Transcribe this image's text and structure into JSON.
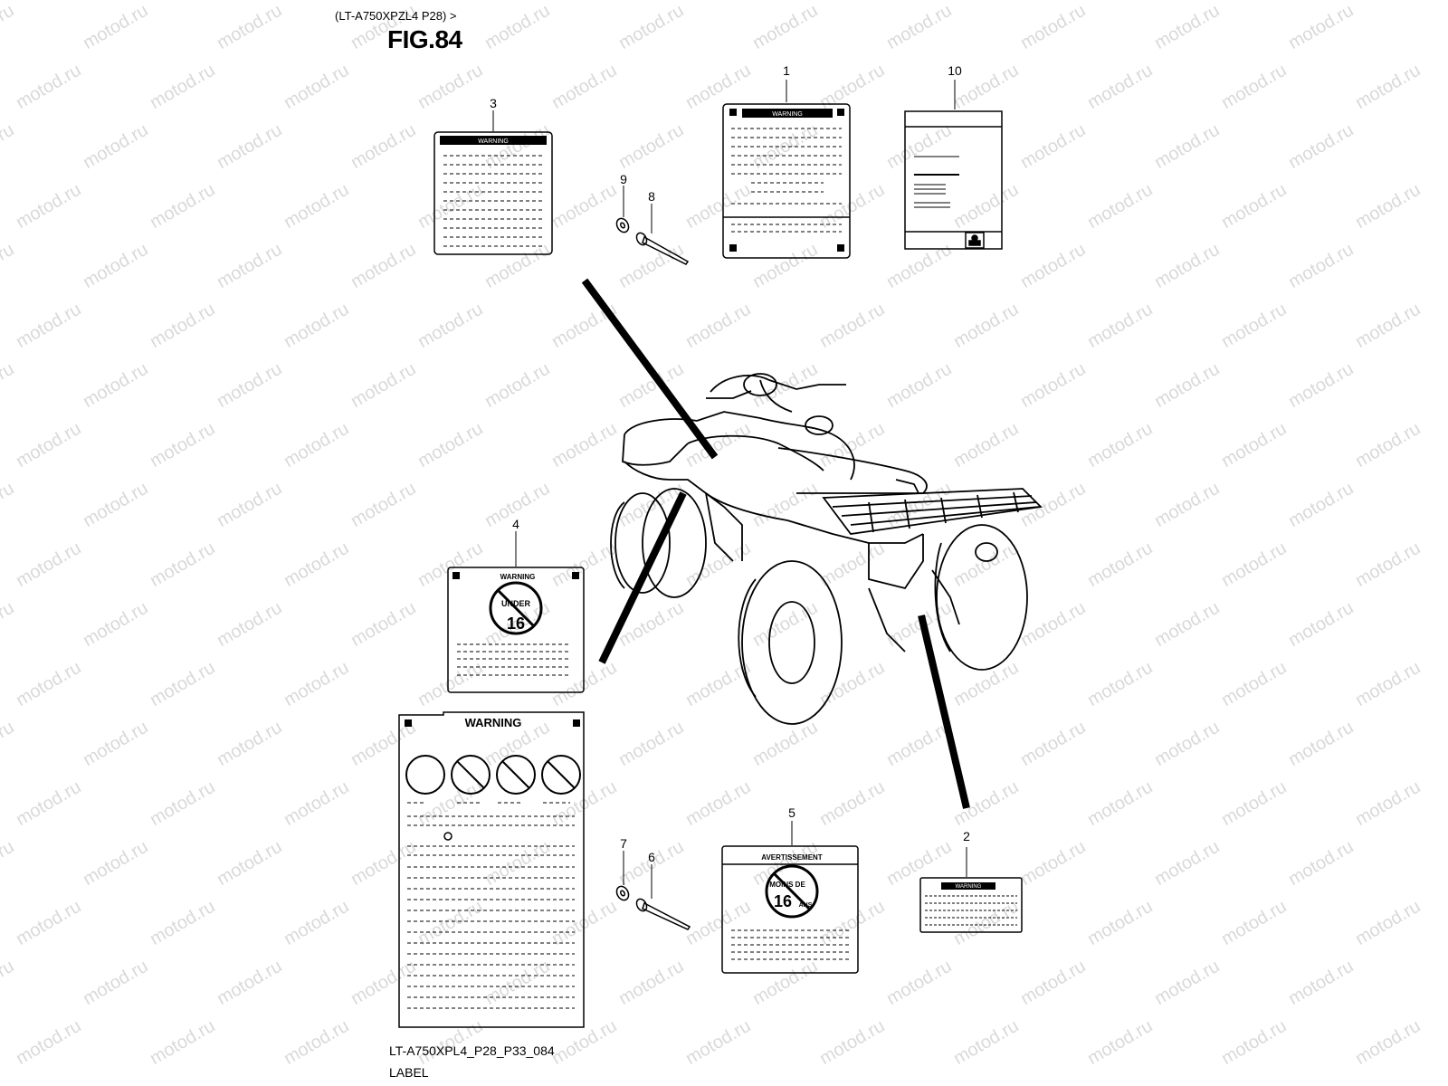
{
  "header": {
    "model_line": "(LT-A750XPZL4 P28) >",
    "fig_title": "FIG.84"
  },
  "footer": {
    "diagram_code": "LT-A750XPL4_P28_P33_084",
    "section_label": "LABEL"
  },
  "watermark": "motod.ru",
  "callouts": {
    "c1": "1",
    "c2": "2",
    "c3": "3",
    "c4": "4",
    "c5": "5",
    "c6": "6",
    "c7": "7",
    "c8": "8",
    "c9": "9",
    "c10": "10"
  },
  "labels": {
    "warning_word": "WARNING",
    "avertissement_word": "AVERTISSEMENT",
    "under_text": "UNDER",
    "age_16": "16",
    "moins_de": "MOINS DE",
    "ans": "ANS"
  },
  "colors": {
    "line": "#000000",
    "watermark": "#d9d9d9"
  }
}
